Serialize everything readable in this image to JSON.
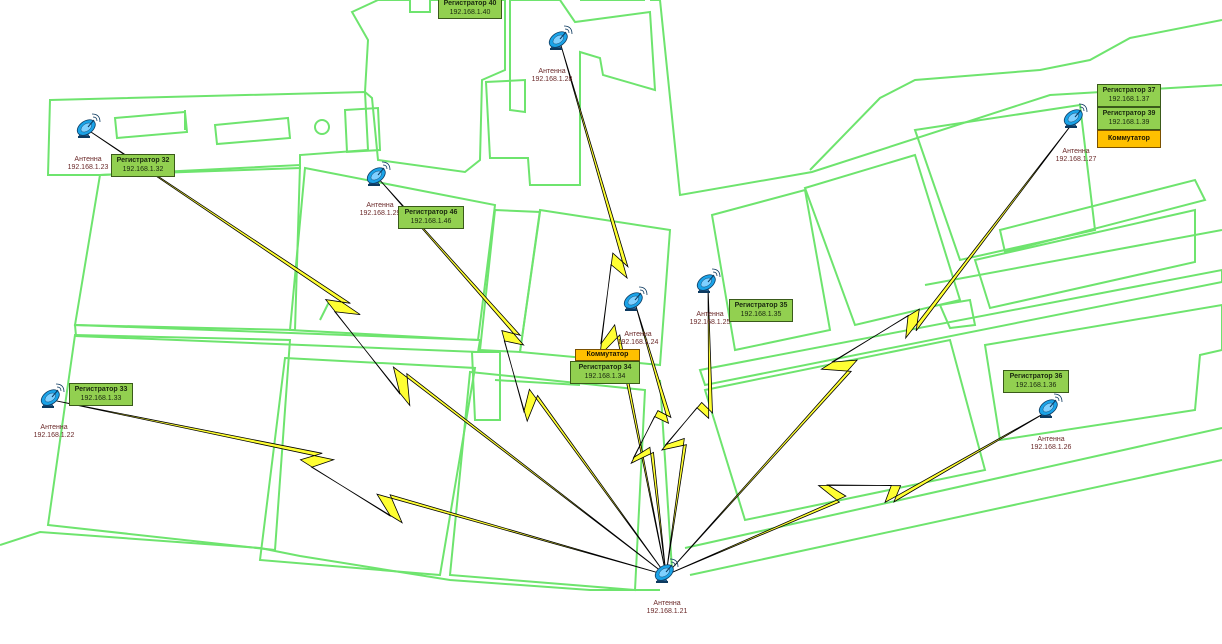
{
  "antenna_label": "Антенна",
  "antennas": [
    {
      "id": "a21",
      "ip": "192.168.1.21"
    },
    {
      "id": "a22",
      "ip": "192.168.1.22"
    },
    {
      "id": "a23",
      "ip": "192.168.1.23"
    },
    {
      "id": "a24",
      "ip": "192.168.1.24"
    },
    {
      "id": "a25",
      "ip": "192.168.1.25"
    },
    {
      "id": "a26",
      "ip": "192.168.1.26"
    },
    {
      "id": "a27",
      "ip": "192.168.1.27"
    },
    {
      "id": "a28",
      "ip": "192.168.1.28"
    },
    {
      "id": "a29",
      "ip": "192.168.1.29"
    }
  ],
  "recorders": [
    {
      "id": "r32",
      "title": "Регистратор 32",
      "ip": "192.168.1.32"
    },
    {
      "id": "r33",
      "title": "Регистратор 33",
      "ip": "192.168.1.33"
    },
    {
      "id": "r34",
      "title": "Регистратор 34",
      "ip": "192.168.1.34"
    },
    {
      "id": "r35",
      "title": "Регистратор 35",
      "ip": "192.168.1.35"
    },
    {
      "id": "r36",
      "title": "Регистратор 36",
      "ip": "192.168.1.36"
    },
    {
      "id": "r37",
      "title": "Регистратор 37",
      "ip": "192.168.1.37"
    },
    {
      "id": "r39",
      "title": "Регистратор 39",
      "ip": "192.168.1.39"
    },
    {
      "id": "r40",
      "title": "Регистратор 40",
      "ip": "192.168.1.40"
    },
    {
      "id": "r46",
      "title": "Регистратор 46",
      "ip": "192.168.1.46"
    }
  ],
  "switch_label": "Коммутатор",
  "links": [
    {
      "from": "a21",
      "to": "a22"
    },
    {
      "from": "a21",
      "to": "a23"
    },
    {
      "from": "a21",
      "to": "a29"
    },
    {
      "from": "a21",
      "to": "a28"
    },
    {
      "from": "a21",
      "to": "a24"
    },
    {
      "from": "a21",
      "to": "a25"
    },
    {
      "from": "a21",
      "to": "a27"
    },
    {
      "from": "a21",
      "to": "a26"
    }
  ],
  "colors": {
    "building_outline": "#6ee46e",
    "link_fill": "#ffff33",
    "link_stroke": "#000000",
    "recorder_fill": "#92d050",
    "switch_fill": "#ffc000",
    "antenna_blue": "#1aa3e8"
  }
}
